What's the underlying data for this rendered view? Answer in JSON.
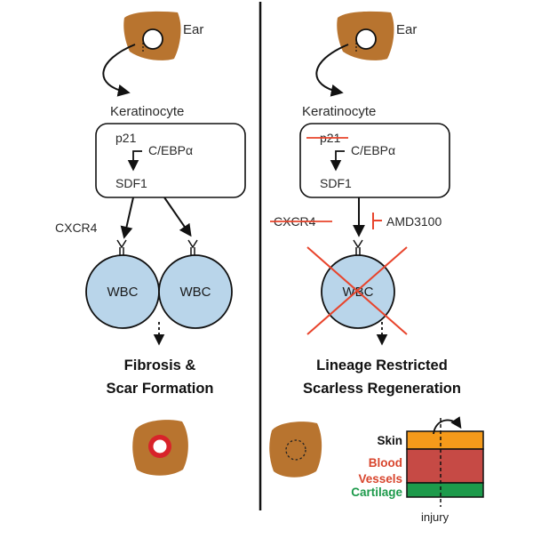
{
  "colors": {
    "ear": "#b8742f",
    "wbc_fill": "#b9d5ea",
    "strike": "#e8442c",
    "skin": "#f59a1a",
    "blood": "#c64a45",
    "blood_text": "#d8452d",
    "cartilage": "#1d9a4b",
    "wound_ring": "#d8232a"
  },
  "icons": [
    "ear-icon",
    "receptor-icon",
    "cross-icon",
    "arrow-icon",
    "inhibit-bar-icon"
  ],
  "left": {
    "ear_label": "Ear",
    "cell_label": "Keratinocyte",
    "gene_p21": "p21",
    "gene_cebpa": "C/EBPα",
    "gene_sdf1": "SDF1",
    "receptor_label": "CXCR4",
    "wbc_1": "WBC",
    "wbc_2": "WBC",
    "outcome_line1": "Fibrosis &",
    "outcome_line2": "Scar Formation"
  },
  "right": {
    "ear_label": "Ear",
    "cell_label": "Keratinocyte",
    "gene_p21": "p21",
    "gene_cebpa": "C/EBPα",
    "gene_sdf1": "SDF1",
    "receptor_label": "CXCR4",
    "inhibitor_label": "AMD3100",
    "wbc": "WBC",
    "outcome_line1": "Lineage Restricted",
    "outcome_line2": "Scarless Regeneration",
    "layers": {
      "skin": "Skin",
      "blood_line1": "Blood",
      "blood_line2": "Vessels",
      "cartilage": "Cartilage"
    },
    "injury_label": "injury"
  }
}
